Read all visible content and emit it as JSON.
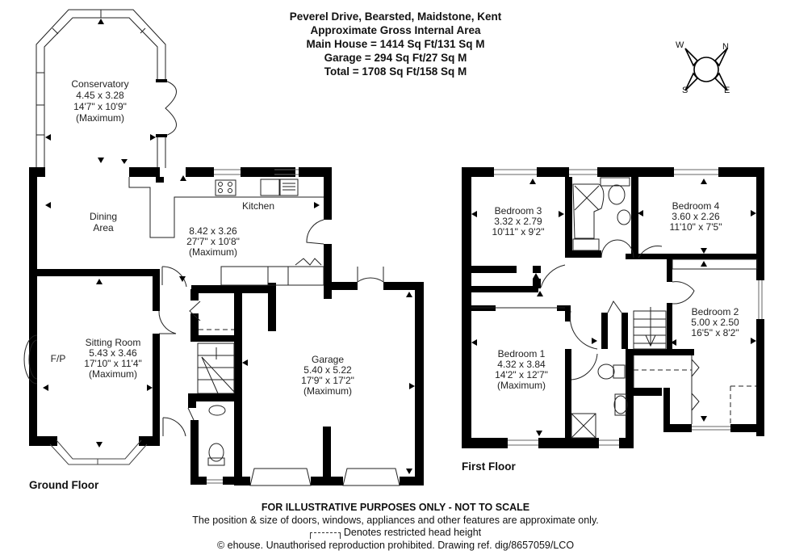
{
  "header": {
    "address": "Peverel Drive, Bearsted, Maidstone, Kent",
    "subtitle": "Approximate Gross Internal Area",
    "main_house": "Main House = 1414 Sq Ft/131 Sq M",
    "garage": "Garage = 294 Sq Ft/27 Sq M",
    "total": "Total = 1708 Sq Ft/158 Sq M"
  },
  "compass": {
    "icon": "compass-rose-icon",
    "labels": {
      "w": "W",
      "n": "N",
      "s": "S",
      "e": "E"
    }
  },
  "ground_floor": {
    "label": "Ground Floor",
    "rooms": {
      "conservatory": {
        "name": "Conservatory",
        "metric": "4.45 x 3.28",
        "imperial": "14'7\" x 10'9\"",
        "note": "(Maximum)"
      },
      "dining": {
        "name": "Dining",
        "name2": "Area"
      },
      "kitchen": {
        "name": "Kitchen",
        "metric": "8.42 x 3.26",
        "imperial": "27'7\" x 10'8\"",
        "note": "(Maximum)"
      },
      "sitting_room": {
        "name": "Sitting Room",
        "metric": "5.43 x 3.46",
        "imperial": "17'10\" x 11'4\"",
        "note": "(Maximum)",
        "fireplace": "F/P"
      },
      "garage": {
        "name": "Garage",
        "metric": "5.40 x 5.22",
        "imperial": "17'9\" x 17'2\"",
        "note": "(Maximum)"
      }
    }
  },
  "first_floor": {
    "label": "First Floor",
    "rooms": {
      "bedroom3": {
        "name": "Bedroom 3",
        "metric": "3.32 x 2.79",
        "imperial": "10'11\" x 9'2\""
      },
      "bedroom4": {
        "name": "Bedroom 4",
        "metric": "3.60 x 2.26",
        "imperial": "11'10\" x 7'5\""
      },
      "bedroom2": {
        "name": "Bedroom 2",
        "metric": "5.00 x 2.50",
        "imperial": "16'5\" x 8'2\""
      },
      "bedroom1": {
        "name": "Bedroom 1",
        "metric": "4.32 x 3.84",
        "imperial": "14'2\" x 12'7\"",
        "note": "(Maximum)"
      }
    }
  },
  "footer": {
    "disclaimer": "FOR ILLUSTRATIVE PURPOSES ONLY - NOT TO SCALE",
    "note": "The position & size of doors, windows, appliances and other features are approximate only.",
    "legend": "Denotes restricted head height",
    "copyright": "© ehouse. Unauthorised reproduction prohibited. Drawing ref. dig/8657059/LCO"
  },
  "colors": {
    "wall": "#000000",
    "window": "#9a9a9a",
    "line": "#222222",
    "background": "#ffffff"
  }
}
